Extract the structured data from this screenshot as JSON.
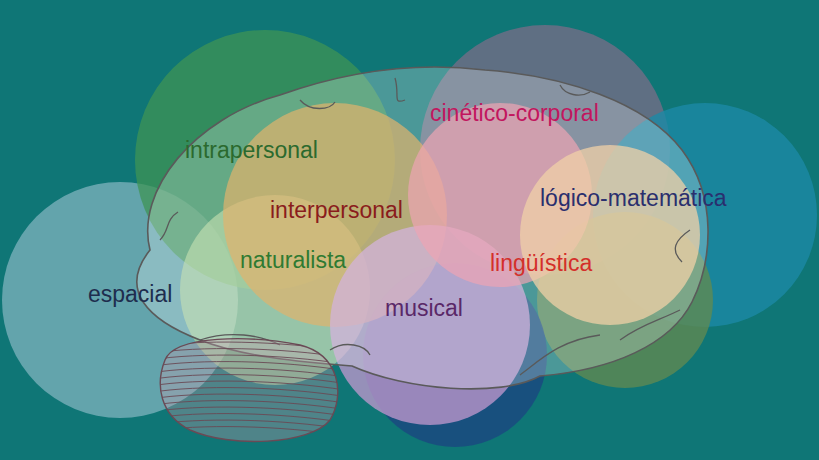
{
  "diagram": {
    "labels": [
      "cinético-corporal",
      "intrapersonal",
      "lógico-matemática",
      "interpersonal",
      "naturalista",
      "lingüística",
      "espacial",
      "musical"
    ]
  }
}
